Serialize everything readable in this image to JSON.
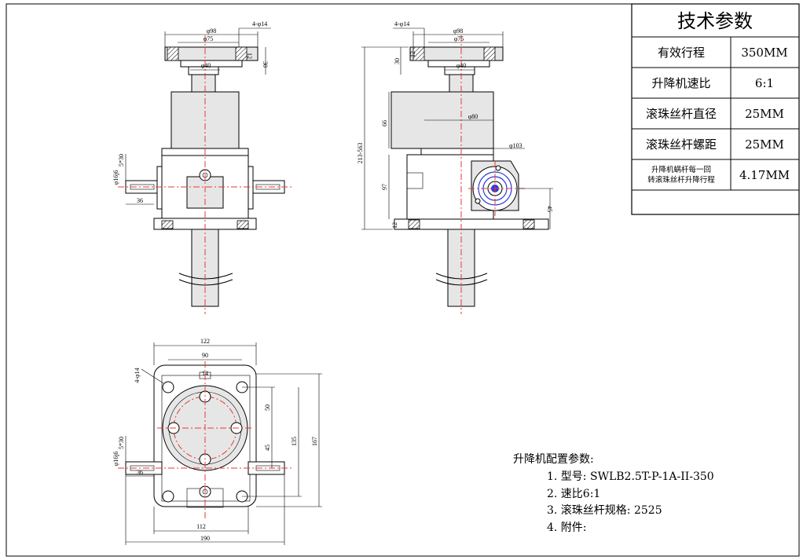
{
  "spec_table": {
    "title": "技术参数",
    "rows": [
      {
        "label": "有效行程",
        "value": "350MM"
      },
      {
        "label": "升降机速比",
        "value": "6:1"
      },
      {
        "label": "滚珠丝杆直径",
        "value": "25MM"
      },
      {
        "label": "滚珠丝杆螺距",
        "value": "25MM"
      },
      {
        "label_line1": "升降机蜗杆每一回",
        "label_line2": "转滚珠丝杆升降行程",
        "value": "4.17MM"
      }
    ]
  },
  "config_notes": {
    "heading": "升降机配置参数:",
    "items": [
      "1. 型号: SWLB2.5T-P-1A-II-350",
      "2. 速比6:1",
      "3. 滚珠丝杆规格: 2525",
      "4. 附件:"
    ]
  },
  "front_view": {
    "dim_d98": "φ98",
    "dim_d75": "φ75",
    "dim_4d14": "4-φ14",
    "dim_d40": "φ40",
    "dim_30": "30",
    "dim_12": "12",
    "dim_key": "5*30",
    "dim_shaft": "φ16j6",
    "dim_36": "36"
  },
  "side_view": {
    "dim_4d14": "4-φ14",
    "dim_d98": "φ98",
    "dim_d75": "φ75",
    "dim_d40": "φ40",
    "dim_30": "30",
    "dim_12a": "12",
    "dim_total": "213-563",
    "dim_66": "66",
    "dim_d80": "φ80",
    "dim_d103": "φ103",
    "dim_97": "97",
    "dim_12b": "12",
    "dim_45": "45"
  },
  "top_view": {
    "dim_122": "122",
    "dim_90": "90",
    "dim_4d14": "4-φ14",
    "dim_14": "14",
    "dim_50": "50",
    "dim_45": "45",
    "dim_135": "135",
    "dim_167": "167",
    "dim_key": "5*30",
    "dim_shaft": "φ16j6",
    "dim_36": "36",
    "dim_112": "112",
    "dim_190": "190"
  }
}
